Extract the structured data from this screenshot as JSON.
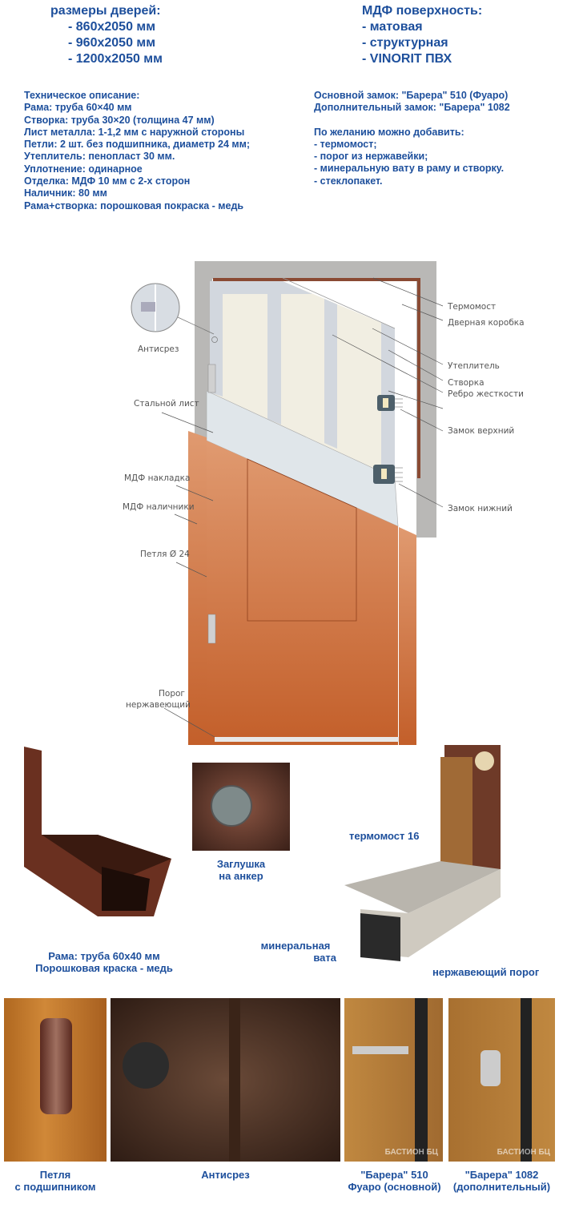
{
  "sizes": {
    "title": "размеры дверей:",
    "items": [
      "- 860x2050 мм",
      "- 960x2050 мм",
      "- 1200x2050 мм"
    ]
  },
  "mdf": {
    "title": "МДФ поверхность:",
    "items": [
      "- матовая",
      "- структурная",
      "- VINORIT ПВХ"
    ]
  },
  "tech": {
    "lines": [
      "Техническое описание:",
      "Рама: труба 60×40 мм",
      "Створка: труба 30×20 (толщина 47 мм)",
      "Лист металла: 1-1,2 мм с наружной стороны",
      "Петли: 2 шт. без подшипника, диаметр 24 мм;",
      "Утеплитель: пенопласт 30 мм.",
      "Уплотнение: одинарное",
      "Отделка: МДФ 10 мм с 2-х сторон",
      "Наличник: 80 мм",
      "Рама+створка: порошковая покраска - медь"
    ]
  },
  "locks": {
    "lines": [
      "Основной замок: \"Барера\" 510 (Фуаро)",
      "Дополнительный замок: \"Барера\" 1082"
    ]
  },
  "options": {
    "lines": [
      "По желанию можно добавить:",
      "- термомост;",
      "- порог из нержавейки;",
      "- минеральную вату в раму и створку.",
      "- стеклопакет."
    ]
  },
  "diagram": {
    "labels": {
      "thermo": "Термомост",
      "box": "Дверная коробка",
      "insul": "Утеплитель",
      "leaf": "Створка",
      "rib": "Ребро жесткости",
      "lock_top": "Замок верхний",
      "lock_bottom": "Замок нижний",
      "anticut": "Антисрез",
      "steel": "Стальной лист",
      "mdf_panel": "МДФ накладка",
      "mdf_casing": "МДФ наличники",
      "hinge": "Петля  Ø 24",
      "threshold_1": "Порог",
      "threshold_2": "нержавеющий"
    }
  },
  "photos": {
    "frame": [
      "Рама: труба 60х40 мм",
      "Порошковая краска - медь"
    ],
    "plug": [
      "Заглушка",
      "на анкер"
    ],
    "thermo_label": "термомост 16",
    "wool": [
      "минеральная",
      "вата"
    ],
    "threshold": "нержавеющий порог",
    "hinge": [
      "Петля",
      "с подшипником"
    ],
    "anticut": "Антисрез",
    "lock510": [
      "\"Барера\" 510",
      "Фуаро (основной)"
    ],
    "lock1082": [
      "\"Барера\" 1082",
      "(дополнительный)"
    ],
    "watermark": "БАСТИОН БЦ"
  },
  "colors": {
    "text": "#1d4f9c",
    "copper": "#c8693a"
  }
}
